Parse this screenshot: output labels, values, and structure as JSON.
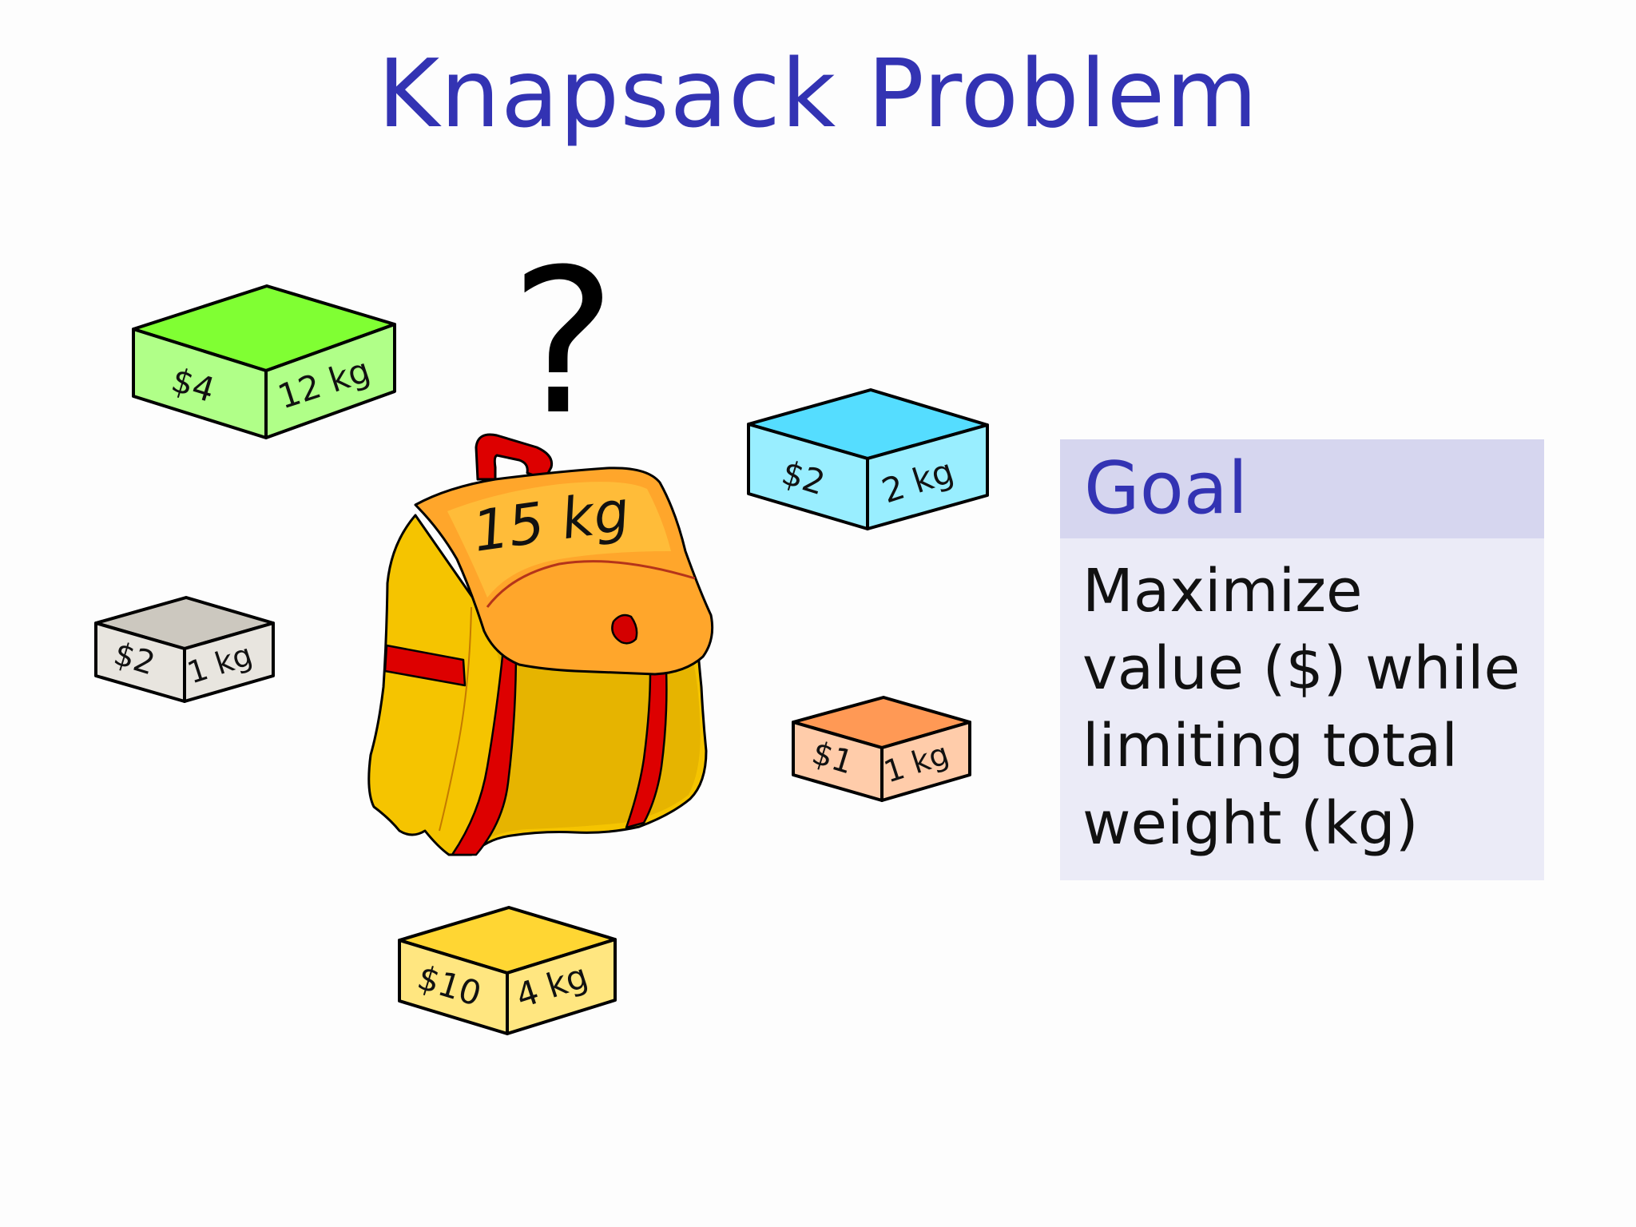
{
  "title": "Knapsack Problem",
  "question_mark": "?",
  "knapsack": {
    "capacity_label": "15 kg"
  },
  "items": [
    {
      "id": "green",
      "value_label": "$4",
      "weight_label": "12 kg",
      "top_color": "#80ff33",
      "front_color": "#b0ff88",
      "side_color": "#b0ff88"
    },
    {
      "id": "blue",
      "value_label": "$2",
      "weight_label": "2 kg",
      "top_color": "#55ddff",
      "front_color": "#99eeff",
      "side_color": "#99eeff"
    },
    {
      "id": "gray",
      "value_label": "$2",
      "weight_label": "1 kg",
      "top_color": "#ccc8bf",
      "front_color": "#e8e5df",
      "side_color": "#e8e5df"
    },
    {
      "id": "orange",
      "value_label": "$1",
      "weight_label": "1 kg",
      "top_color": "#ff9955",
      "front_color": "#ffccaa",
      "side_color": "#ffccaa"
    },
    {
      "id": "yellow",
      "value_label": "$10",
      "weight_label": "4 kg",
      "top_color": "#ffd633",
      "front_color": "#ffe680",
      "side_color": "#ffe680"
    }
  ],
  "goal": {
    "heading": "Goal",
    "lines": [
      "Maximize",
      "value ($) while",
      "limiting total",
      "weight (kg)"
    ]
  }
}
